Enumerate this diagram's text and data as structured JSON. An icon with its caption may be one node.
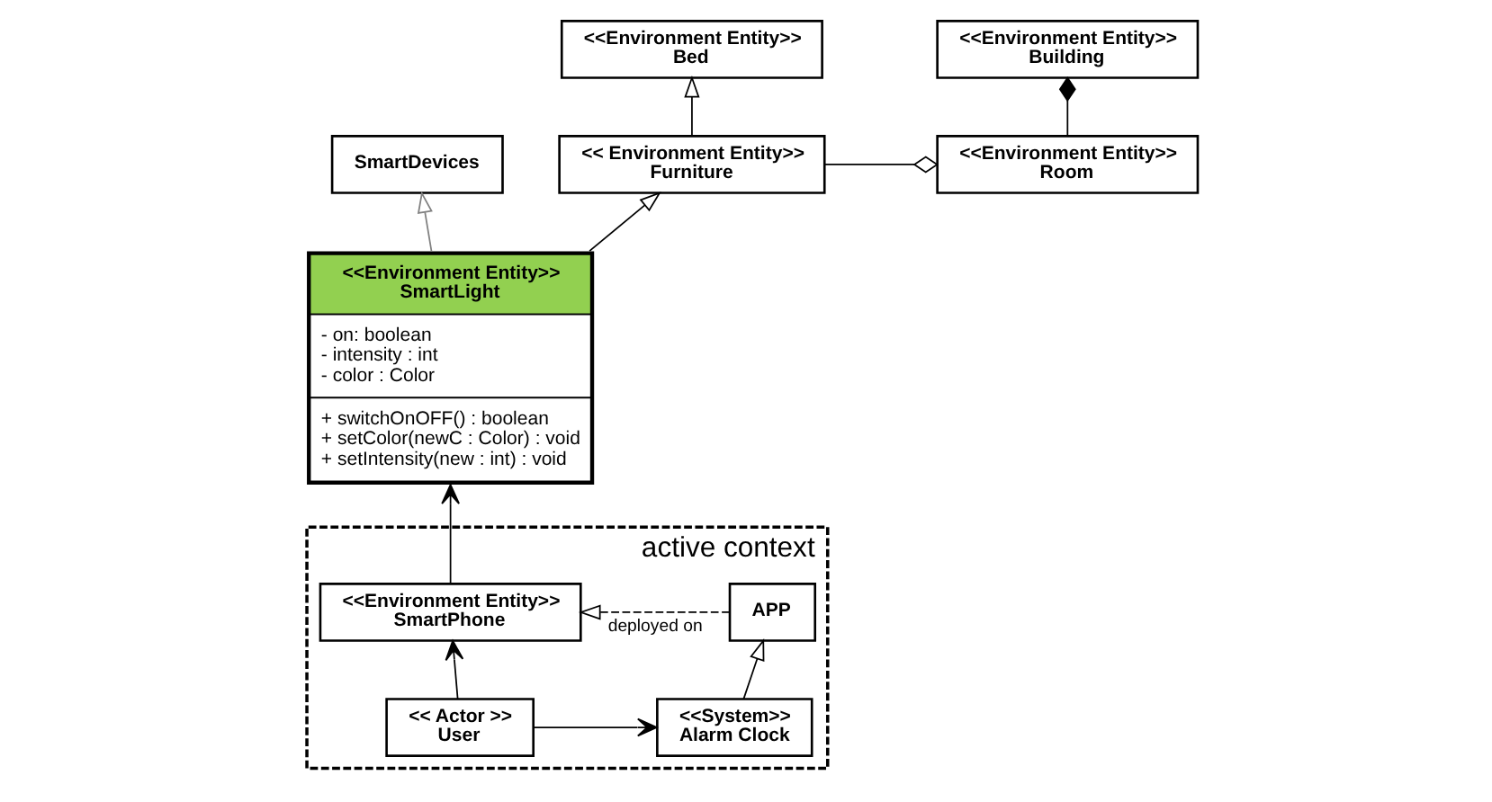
{
  "diagram": {
    "nodes": [
      {
        "text": [
          "<<Environment Entity>>",
          "Building"
        ]
      },
      {
        "text": [
          "<<Environment Entity>>",
          "Bed"
        ]
      },
      {
        "text": [
          "SmartDevices"
        ]
      },
      {
        "text": [
          "<<Environment Entity>>",
          "Room"
        ]
      },
      {
        "text": [
          "<< Environment Entity>>",
          "Furniture"
        ]
      },
      {
        "text": [
          "<<Environment Entity>>",
          "SmartLight",
          "- on: boolean",
          "- intensity : int",
          "- color : Color",
          "+ switchOnOFF() : boolean",
          "+ setColor(newC : Color) : void",
          "+ setIntensity(new : int) : void"
        ]
      },
      {
        "text": [
          "active context"
        ]
      },
      {
        "text": [
          "APP"
        ],
        "in": 6
      },
      {
        "text": [
          "<<Environment Entity>>",
          "SmartPhone"
        ],
        "in": 6
      },
      {
        "text": [
          "<<System>>",
          "Alarm Clock"
        ],
        "in": 6
      },
      {
        "text": [
          "<< Actor >>",
          "User"
        ],
        "in": 6
      }
    ],
    "edges": [
      {
        "from": 3,
        "to": 0,
        "arrow": "other"
      },
      {
        "from": 4,
        "to": 3,
        "arrow": "other"
      },
      {
        "from": 4,
        "to": 1,
        "arrow": "to"
      },
      {
        "from": 5,
        "to": 4,
        "arrow": "to"
      },
      {
        "from": 5,
        "to": 2,
        "arrow": "to",
        "color": "#808080"
      },
      {
        "from": 7,
        "to": 8,
        "arrow": "to",
        "style": "dashed",
        "label": "deployed on"
      },
      {
        "from": 8,
        "to": 5,
        "arrow": "to"
      },
      {
        "from": 9,
        "to": 7,
        "arrow": "to"
      },
      {
        "from": 10,
        "to": 8,
        "arrow": "to"
      },
      {
        "from": 10,
        "to": 9,
        "arrow": "to"
      }
    ]
  }
}
